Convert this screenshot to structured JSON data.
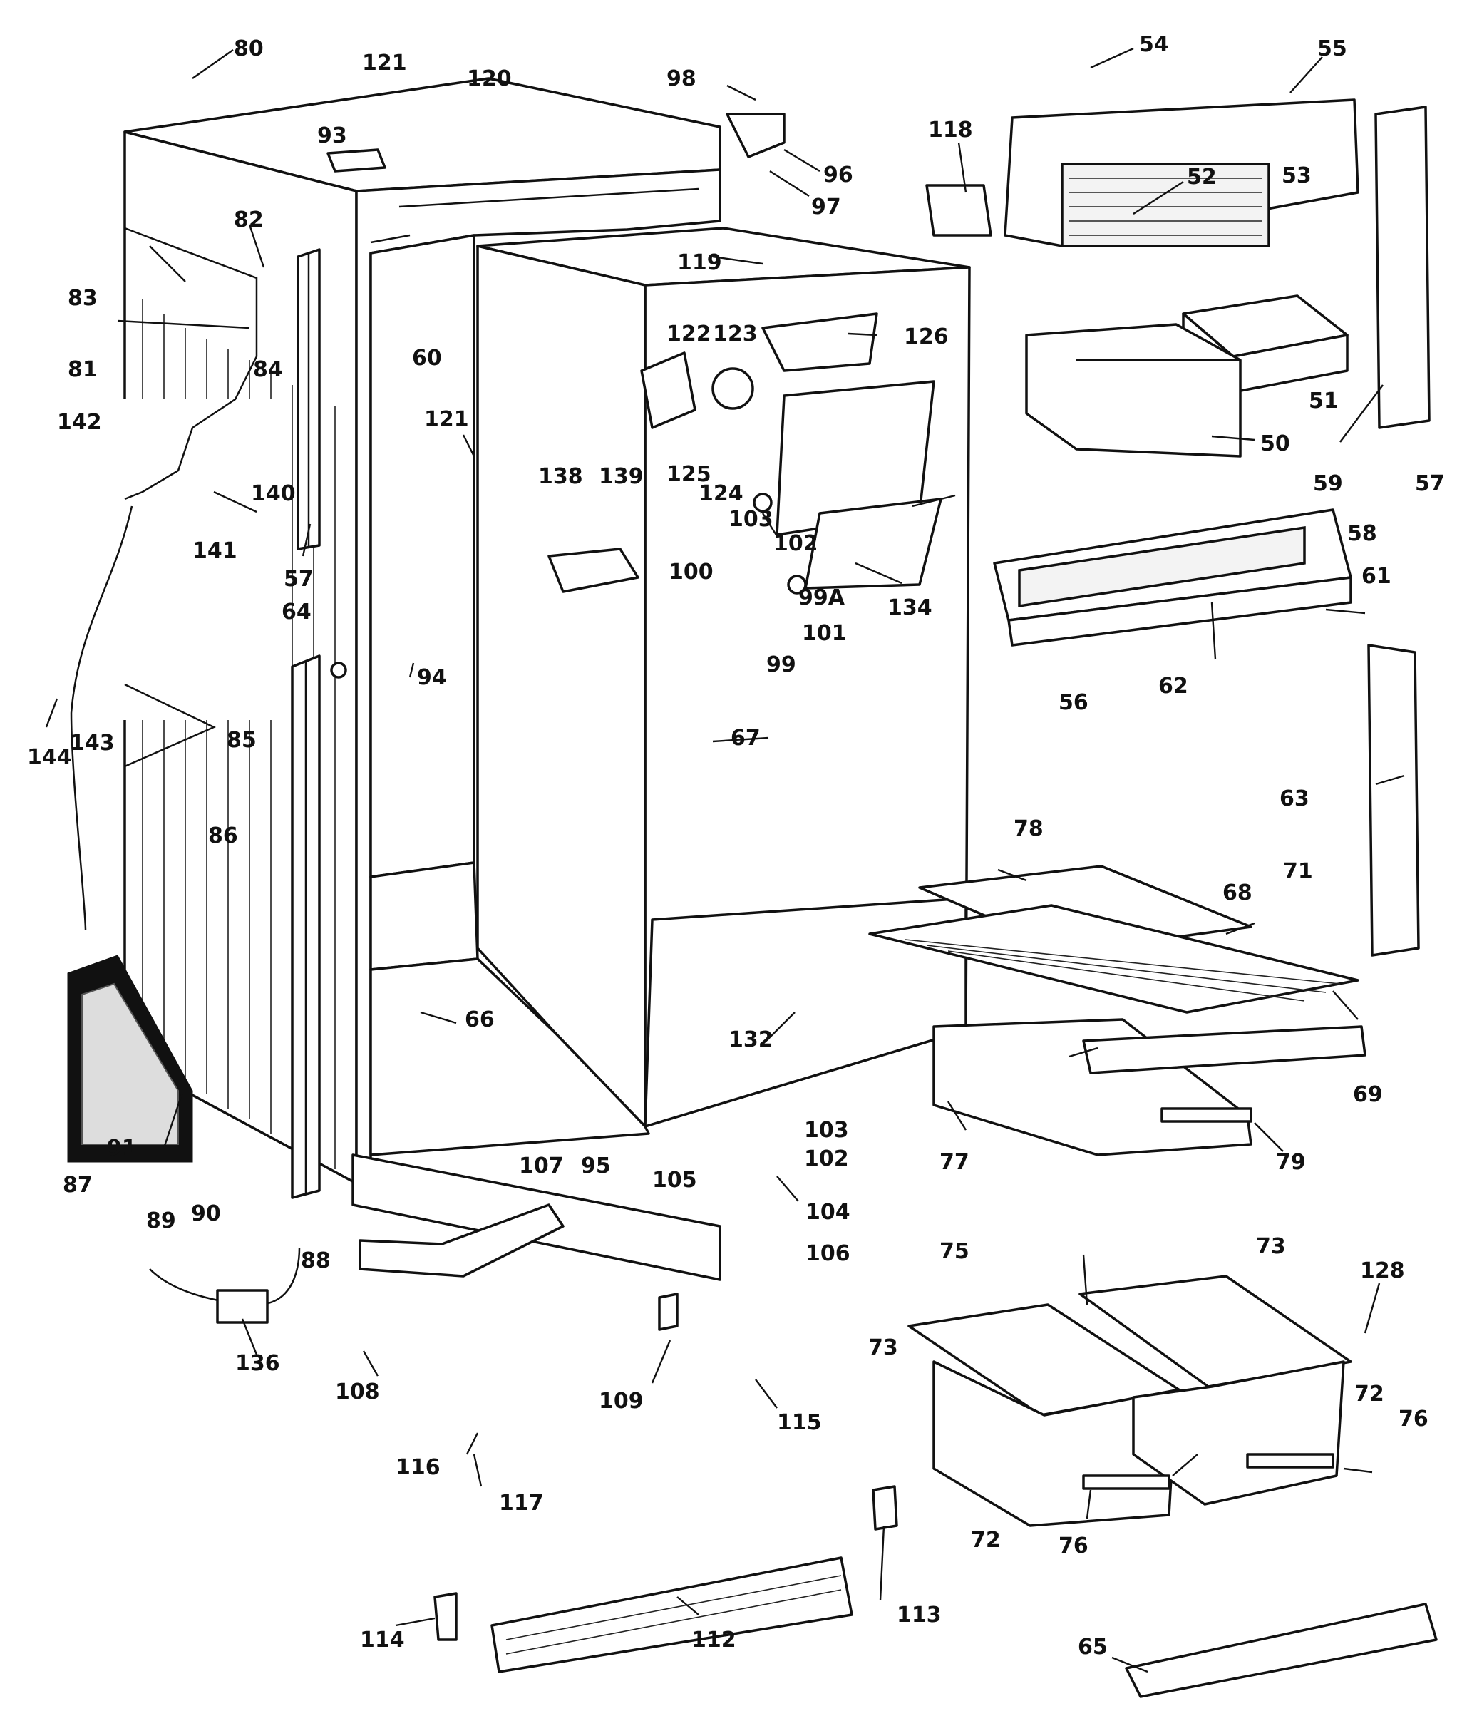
{
  "callouts": {
    "c80": "80",
    "c121a": "121",
    "c120": "120",
    "c98": "98",
    "c96": "96",
    "c97": "97",
    "c93": "93",
    "c54": "54",
    "c55": "55",
    "c118": "118",
    "c52": "52",
    "c53": "53",
    "c82": "82",
    "c83": "83",
    "c81": "81",
    "c84": "84",
    "c60": "60",
    "c121b": "121",
    "c119": "119",
    "c122": "122",
    "c123": "123",
    "c126": "126",
    "c51": "51",
    "c50": "50",
    "c57a": "57",
    "c142": "142",
    "c140": "140",
    "c141": "141",
    "c57b": "57",
    "c125": "125",
    "c124": "124",
    "c138": "138",
    "c139": "139",
    "c103a": "103",
    "c102a": "102",
    "c100": "100",
    "c99a": "99A",
    "c134": "134",
    "c101": "101",
    "c99": "99",
    "c59": "59",
    "c58": "58",
    "c61": "61",
    "c62": "62",
    "c56": "56",
    "c64": "64",
    "c94": "94",
    "c144": "144",
    "c143": "143",
    "c85": "85",
    "c86": "86",
    "c67": "67",
    "c63": "63",
    "c78": "78",
    "c68": "68",
    "c71": "71",
    "c66": "66",
    "c132": "132",
    "c69": "69",
    "c87": "87",
    "c91": "91",
    "c89": "89",
    "c90": "90",
    "c88": "88",
    "c107": "107",
    "c95": "95",
    "c103b": "103",
    "c102b": "102",
    "c105": "105",
    "c104": "104",
    "c106": "106",
    "c77": "77",
    "c79": "79",
    "c136": "136",
    "c108": "108",
    "c109": "109",
    "c115": "115",
    "c116": "116",
    "c117": "117",
    "c75": "75",
    "c73a": "73",
    "c73b": "73",
    "c128": "128",
    "c72a": "72",
    "c72b": "72",
    "c76a": "76",
    "c76b": "76",
    "c113": "113",
    "c114": "114",
    "c112": "112",
    "c65": "65"
  }
}
